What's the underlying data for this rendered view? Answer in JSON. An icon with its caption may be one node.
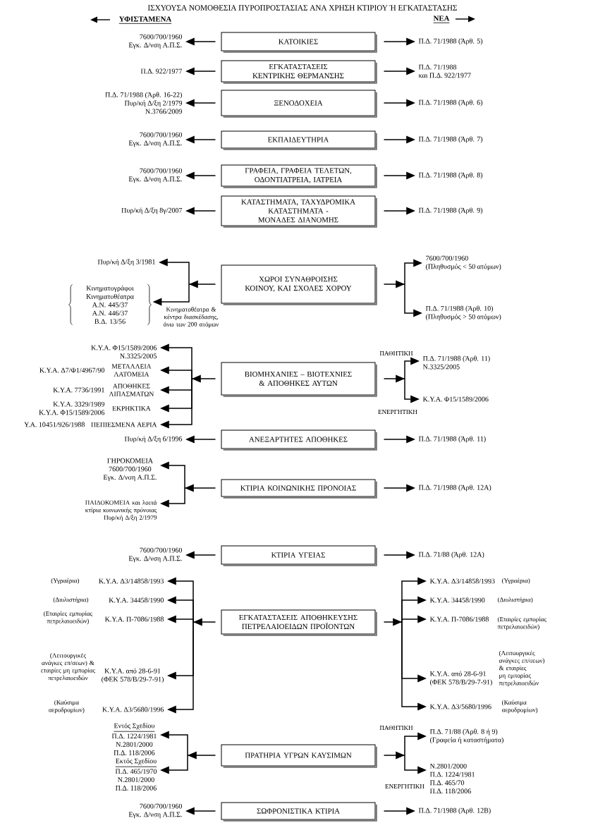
{
  "diagram": {
    "title": "ΙΣΧΥΟΥΣΑ ΝΟΜΟΘΕΣΙΑ ΠΥΡΟΠΡΟΣΤΑΣΙΑΣ ΑΝΑ ΧΡΗΣΗ ΚΤΙΡΙΟΥ Ή ΕΓΚΑΤΑΣΤΑΣΗΣ",
    "nodes": [
      {
        "text": [
          "7600/700/1960",
          "Εγκ. Δ/νση Α.Π.Σ."
        ]
      },
      {
        "text": [
          "ΚΑΤΟΙΚΙΕΣ"
        ]
      },
      {
        "text": [
          "Π.Δ. 71/1988 (Άρθ. 5)"
        ]
      },
      {
        "text": [
          "Π.Δ. 922/1977"
        ]
      },
      {
        "text": [
          "ΕΓΚΑΤΑΣΤΑΣΕΙΣ ΚΕΝΤΡΙΚΗΣ ΘΕΡΜΑΝΣΗΣ"
        ]
      },
      {
        "text": [
          "Π.Δ. 71/1988",
          "και Π.Δ. 922/1977"
        ]
      },
      {
        "text": [
          "Π.Δ. 71/1988 (Άρθ. 16-22)",
          "Πυρ/κή Δ/ξη 2/1979",
          "Ν.3766/2009"
        ]
      },
      {
        "text": [
          "ΞΕΝΟΔΟΧΕΙΑ"
        ]
      },
      {
        "text": [
          "Π.Δ. 71/1988 (Άρθ. 6)"
        ]
      },
      {
        "text": [
          "7600/700/1960",
          "Εγκ. Δ/νση Α.Π.Σ."
        ]
      },
      {
        "text": [
          "ΕΚΠΑΙΔΕΥΤΗΡΙΑ"
        ]
      },
      {
        "text": [
          "Π.Δ. 71/1988 (Άρθ. 7)"
        ]
      },
      {
        "text": [
          "7600/700/1960",
          "Εγκ. Δ/νση Α.Π.Σ."
        ]
      },
      {
        "text": [
          "ΓΡΑΦΕΙΑ, ΓΡΑΦΕΙΑ ΤΕΛΕΤΩΝ, ΟΔΟΝΤΙΑΤΡΕΙΑ, ΙΑΤΡΕΙΑ"
        ]
      },
      {
        "text": [
          "Π.Δ. 71/1988 (Άρθ. 8)"
        ]
      },
      {
        "text": [
          "Πυρ/κή Δ/ξη 8γ/2007"
        ]
      },
      {
        "text": [
          "ΚΑΤΑΣΤΗΜΑΤΑ, ΤΑΧΥΔΡΟΜΙΚΑ ΚΑΤΑΣΤΗΜΑΤΑ - ΜΟΝΑΔΕΣ ΔΙΑΝΟΜΗΣ"
        ]
      },
      {
        "text": [
          "Π.Δ. 71/1988 (Άρθ. 9)"
        ]
      },
      {
        "text": [
          "Πυρ/κή Δ/ξη 3/1981"
        ]
      },
      {
        "text": [
          "Κινηματογράφοι",
          "Κινηματοθέατρα",
          "Α.Ν. 445/37",
          "Α.Ν. 446/37",
          "Β.Δ. 13/56"
        ]
      },
      {
        "text": [
          "ΧΩΡΟΙ ΣΥΝΑΘΡΟΙΣΗΣ ΚΟΙΝΟΥ, ΚΑΙ ΣΧΟΛΕΣ ΧΟΡΟΥ"
        ]
      },
      {
        "text": [
          "7600/700/1960",
          "(Πληθυσμός < 50 ατόμων)"
        ]
      },
      {
        "text": [
          "Π.Δ. 71/1988 (Άρθ. 10)",
          "(Πληθυσμός > 50 ατόμων)"
        ]
      },
      {
        "text": [
          "Κ.Υ.Α. Φ15/1589/2006",
          "Ν.3325/2005"
        ]
      },
      {
        "text": [
          "ΜΕΤΑΛΛΕΙΑ ΛΑΤΟΜΕΙΑ"
        ],
        "beside": [
          "Κ.Υ.Α. Δ7/Φ1/4967/90"
        ]
      },
      {
        "text": [
          "ΑΠΟΘΗΚΕΣ ΛΙΠΑΣΜΑΤΩΝ"
        ],
        "beside": [
          "Κ.Υ.Α. 7736/1991"
        ]
      },
      {
        "text": [
          "ΕΚΡΗΚΤΙΚΑ"
        ],
        "beside": [
          "Κ.Υ.Α. 3329/1989",
          "Κ.Υ.Α. Φ15/1589/2006"
        ]
      },
      {
        "text": [
          "ΠΕΠΙΕΣΜΕΝΑ ΑΕΡΙΑ"
        ],
        "beside": [
          "Υ.Α. 10451/926/1988"
        ]
      },
      {
        "text": [
          "ΒΙΟΜΗΧΑΝΙΕΣ – ΒΙΟΤΕΧΝΙΕΣ & ΑΠΟΘΗΚΕΣ ΑΥΤΩΝ"
        ]
      },
      {
        "text": [
          "Π.Δ. 71/1988 (Άρθ. 11)",
          "Ν.3325/2005"
        ]
      },
      {
        "text": [
          "Κ.Υ.Α. Φ15/1589/2006"
        ]
      },
      {
        "text": [
          "Πυρ/κή Δ/ξη 6/1996"
        ]
      },
      {
        "text": [
          "ΑΝΕΞΑΡΤΗΤΕΣ ΑΠΟΘΗΚΕΣ"
        ]
      },
      {
        "text": [
          "Π.Δ. 71/1988 (Άρθ. 11)"
        ]
      },
      {
        "text": [
          "ΓΗΡΟΚΟΜΕΙΑ",
          "7600/700/1960",
          "Εγκ. Δ/νση Α.Π.Σ."
        ]
      },
      {
        "text": [
          "ΠΑΙΔΟΚΟΜΕΙΑ και λοιπά κτίρια κοινωνικής πρόνοιας",
          "Πυρ/κή Δ/ξη 2/1979"
        ]
      },
      {
        "text": [
          "ΚΤΙΡΙΑ ΚΟΙΝΩΝΙΚΗΣ ΠΡΟΝΟΙΑΣ"
        ]
      },
      {
        "text": [
          "Π.Δ. 71/1988 (Άρθ. 12Α)"
        ]
      },
      {
        "text": [
          "7600/700/1960",
          "Εγκ. Δ/νση Α.Π.Σ."
        ]
      },
      {
        "text": [
          "ΚΤΙΡΙΑ ΥΓΕΙΑΣ"
        ]
      },
      {
        "text": [
          "Π.Δ. 71/88 (Άρθ. 12Α)"
        ]
      },
      {
        "text": [
          "Κ.Υ.Α. Δ3/14858/1993"
        ],
        "beside": [
          "(Υγραέρια)"
        ]
      },
      {
        "text": [
          "Κ.Υ.Α. 34458/1990"
        ],
        "beside": [
          "(Διυλιστήρια)"
        ]
      },
      {
        "text": [
          "Κ.Υ.Α. Π-7086/1988"
        ],
        "beside": [
          "(Εταιρίες εμπορίας πετρελαιοειδών)"
        ]
      },
      {
        "text": [
          "Κ.Υ.Α. από 28-6-91",
          "(ΦΕΚ 578/Β/29-7-91)"
        ],
        "beside": [
          "(Λειτουργικές ανάγκες επ/σεων) & εταιρίες μη εμπορίας πετρελαιοειδών"
        ]
      },
      {
        "text": [
          "Κ.Υ.Α. Δ3/5680/1996"
        ],
        "beside": [
          "(Καύσιμα αεροδρομίων)"
        ]
      },
      {
        "text": [
          "ΕΓΚΑΤΑΣΤΑΣΕΙΣ ΑΠΟΘΗΚΕΥΣΗΣ ΠΕΤΡΕΛΑΙΟΕΙΔΩΝ ΠΡΟΪΟΝΤΩΝ"
        ]
      },
      {
        "text": [
          "Κ.Υ.Α. Δ3/14858/1993"
        ],
        "beside": [
          "(Υγραέρια)"
        ]
      },
      {
        "text": [
          "Κ.Υ.Α. 34458/1990"
        ],
        "beside": [
          "(Διυλιστήρια)"
        ]
      },
      {
        "text": [
          "Κ.Υ.Α. Π-7086/1988"
        ],
        "beside": [
          "(Εταιρίες εμπορίας πετρελαιοειδών)"
        ]
      },
      {
        "text": [
          "Κ.Υ.Α. από 28-6-91",
          "(ΦΕΚ 578/Β/29-7-91)"
        ],
        "beside": [
          "(Λειτουργικές ανάγκες επ/σεων) & εταιρίες μη εμπορίας πετρελαιοειδών"
        ]
      },
      {
        "text": [
          "Κ.Υ.Α. Δ3/5680/1996"
        ],
        "beside": [
          "(Καύσιμα αεροδρομίων)"
        ]
      },
      {
        "text": [
          "Εντός Σχεδίου",
          "Π.Δ. 1224/1981",
          "Ν.2801/2000",
          "Π.Δ. 118/2006"
        ]
      },
      {
        "text": [
          "Εκτός Σχεδίου",
          "Π.Δ. 465/1970",
          "Ν.2801/2000",
          "Π.Δ. 118/2006"
        ]
      },
      {
        "text": [
          "ΠΡΑΤΗΡΙΑ ΥΓΡΩΝ ΚΑΥΣΙΜΩΝ"
        ]
      },
      {
        "text": [
          "Π.Δ. 71/88 (Άρθ. 8 ή 9)",
          "(Γραφεία ή καταστήματα)"
        ]
      },
      {
        "text": [
          "Ν.2801/2000",
          "Π.Δ. 1224/1981",
          "Π.Δ. 465/70",
          "Π.Δ. 118/2006"
        ]
      },
      {
        "text": [
          "7600/700/1960",
          "Εγκ. Δ/νση Α.Π.Σ."
        ]
      },
      {
        "text": [
          "ΣΩΦΡΟΝΙΣΤΙΚΑ ΚΤΙΡΙΑ"
        ]
      },
      {
        "text": [
          "Π.Δ. 71/1988 (Άρθ. 12Β)"
        ]
      }
    ],
    "edges": [
      {
        "from": 1,
        "to": 0,
        "arrow": "to"
      },
      {
        "from": 1,
        "to": 2,
        "arrow": "to"
      },
      {
        "from": 4,
        "to": 3,
        "arrow": "to"
      },
      {
        "from": 4,
        "to": 5,
        "arrow": "to"
      },
      {
        "from": 7,
        "to": 6,
        "arrow": "to"
      },
      {
        "from": 7,
        "to": 8,
        "arrow": "to"
      },
      {
        "from": 10,
        "to": 9,
        "arrow": "to"
      },
      {
        "from": 10,
        "to": 11,
        "arrow": "to"
      },
      {
        "from": 13,
        "to": 12,
        "arrow": "to"
      },
      {
        "from": 13,
        "to": 14,
        "arrow": "to"
      },
      {
        "from": 16,
        "to": 15,
        "arrow": "to"
      },
      {
        "from": 16,
        "to": 17,
        "arrow": "to"
      },
      {
        "from": 20,
        "to": 18,
        "arrow": "to"
      },
      {
        "from": 20,
        "to": 19,
        "arrow": "to",
        "label": "Κινηματοθέατρα & κέντρα διασκέδασης, άνω των 200 ατόμων"
      },
      {
        "from": 20,
        "to": 21,
        "arrow": "to"
      },
      {
        "from": 20,
        "to": 22,
        "arrow": "to"
      },
      {
        "from": 28,
        "to": 23,
        "arrow": "to"
      },
      {
        "from": 28,
        "to": 24,
        "arrow": "to"
      },
      {
        "from": 28,
        "to": 25,
        "arrow": "to"
      },
      {
        "from": 28,
        "to": 26,
        "arrow": "to"
      },
      {
        "from": 28,
        "to": 27,
        "arrow": "to"
      },
      {
        "from": 28,
        "to": 29,
        "arrow": "to",
        "label": "ΠΑΘΗΤΙΚΗ"
      },
      {
        "from": 28,
        "to": 30,
        "arrow": "to",
        "label": "ΕΝΕΡΓΗΤΙΚΗ"
      },
      {
        "from": 32,
        "to": 31,
        "arrow": "to"
      },
      {
        "from": 32,
        "to": 33,
        "arrow": "to"
      },
      {
        "from": 36,
        "to": 34,
        "arrow": "to"
      },
      {
        "from": 36,
        "to": 35,
        "arrow": "to"
      },
      {
        "from": 36,
        "to": 37,
        "arrow": "to"
      },
      {
        "from": 39,
        "to": 38,
        "arrow": "to"
      },
      {
        "from": 39,
        "to": 40,
        "arrow": "to"
      },
      {
        "from": 46,
        "to": 41,
        "arrow": "to"
      },
      {
        "from": 46,
        "to": 42,
        "arrow": "to"
      },
      {
        "from": 46,
        "to": 43,
        "arrow": "to"
      },
      {
        "from": 46,
        "to": 44,
        "arrow": "to"
      },
      {
        "from": 46,
        "to": 45,
        "arrow": "to"
      },
      {
        "from": 46,
        "to": 47,
        "arrow": "to"
      },
      {
        "from": 46,
        "to": 48,
        "arrow": "to"
      },
      {
        "from": 46,
        "to": 49,
        "arrow": "to"
      },
      {
        "from": 46,
        "to": 50,
        "arrow": "to"
      },
      {
        "from": 46,
        "to": 51,
        "arrow": "to"
      },
      {
        "from": 54,
        "to": 52,
        "arrow": "to"
      },
      {
        "from": 54,
        "to": 53,
        "arrow": "to"
      },
      {
        "from": 54,
        "to": 55,
        "arrow": "to",
        "label": "ΠΑΘΗΤΙΚΗ"
      },
      {
        "from": 54,
        "to": 56,
        "arrow": "to",
        "label": "ΕΝΕΡΓΗΤΙΚΗ"
      },
      {
        "from": 58,
        "to": 57,
        "arrow": "to"
      },
      {
        "from": 58,
        "to": 59,
        "arrow": "to"
      }
    ],
    "labels": [
      "ΥΦΙΣΤΑΜΕΝΑ",
      "ΝΕΑ"
    ]
  }
}
